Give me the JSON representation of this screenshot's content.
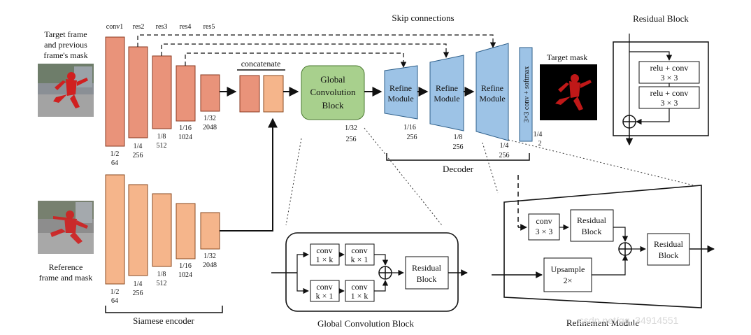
{
  "encoder": {
    "stages": [
      "conv1",
      "res2",
      "res3",
      "res4",
      "res5"
    ],
    "target_input_label": [
      "Target frame",
      "and previous",
      "frame's mask"
    ],
    "reference_input_label": [
      "Reference",
      "frame and mask"
    ],
    "top_scales": [
      [
        "1/2",
        "64"
      ],
      [
        "1/4",
        "256"
      ],
      [
        "1/8",
        "512"
      ],
      [
        "1/16",
        "1024"
      ],
      [
        "1/32",
        "2048"
      ]
    ],
    "bottom_scales": [
      [
        "1/2",
        "64"
      ],
      [
        "1/4",
        "256"
      ],
      [
        "1/8",
        "512"
      ],
      [
        "1/16",
        "1024"
      ],
      [
        "1/32",
        "2048"
      ]
    ],
    "title": "Siamese encoder",
    "colors": {
      "target": "#E9937A",
      "reference": "#F5B58B"
    }
  },
  "concatenate_label": "concatenate",
  "gcb_node": {
    "lines": [
      "Global",
      "Convolution",
      "Block"
    ],
    "scale": [
      "1/32",
      "256"
    ],
    "color": "#A8D08D"
  },
  "skip_label": "Skip connections",
  "refine_modules": [
    {
      "lines": [
        "Refine",
        "Module"
      ],
      "scale": [
        "1/16",
        "256"
      ]
    },
    {
      "lines": [
        "Refine",
        "Module"
      ],
      "scale": [
        "1/8",
        "256"
      ]
    },
    {
      "lines": [
        "Refine",
        "Module"
      ],
      "scale": [
        "1/4",
        "256"
      ]
    }
  ],
  "refine_color": "#9DC3E6",
  "softmax": {
    "label": "3×3 conv + softmax",
    "scale": [
      "1/4",
      "2"
    ]
  },
  "decoder_label": "Decoder",
  "target_mask_label": "Target  mask",
  "residual_block": {
    "title": "Residual Block",
    "units": [
      [
        "relu + conv",
        "3 × 3"
      ],
      [
        "relu + conv",
        "3 × 3"
      ]
    ]
  },
  "gcb_detail": {
    "title": "Global Convolution Block",
    "convs": [
      [
        "conv",
        "1 × k"
      ],
      [
        "conv",
        "k × 1"
      ],
      [
        "conv",
        "k × 1"
      ],
      [
        "conv",
        "1 × k"
      ]
    ],
    "residual": [
      "Residual",
      "Block"
    ]
  },
  "refinement_module": {
    "title": "Refinement Module",
    "conv": [
      "conv",
      "3 × 3"
    ],
    "residual_a": [
      "Residual",
      "Block"
    ],
    "upsample": [
      "Upsample",
      "2×"
    ],
    "residual_b": [
      "Residual",
      "Block"
    ]
  },
  "watermark": "csdn.net/qq_34914551"
}
